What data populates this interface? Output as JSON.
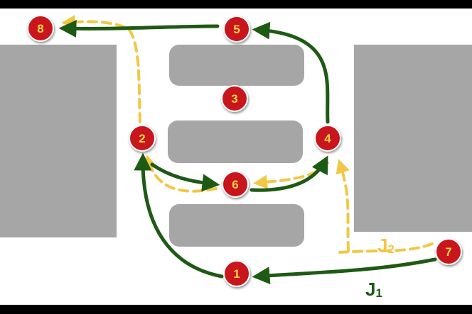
{
  "colors": {
    "frame": "#000000",
    "background": "#ffffff",
    "block": "#a6a6a6",
    "node_fill": "#c8171c",
    "node_stroke": "#ffffff",
    "node_text": "#ffd54a",
    "path_j1": "#1e5a14",
    "path_j2": "#f2c744"
  },
  "nodes": [
    {
      "id": "1",
      "label": "1"
    },
    {
      "id": "2",
      "label": "2"
    },
    {
      "id": "3",
      "label": "3"
    },
    {
      "id": "4",
      "label": "4"
    },
    {
      "id": "5",
      "label": "5"
    },
    {
      "id": "6",
      "label": "6"
    },
    {
      "id": "7",
      "label": "7"
    },
    {
      "id": "8",
      "label": "8"
    }
  ],
  "paths": [
    {
      "name": "J",
      "subscript": "1",
      "style": "solid",
      "color_key": "path_j1",
      "route": [
        "7",
        "1",
        "2",
        "6",
        "4",
        "5",
        "8"
      ]
    },
    {
      "name": "J",
      "subscript": "2",
      "style": "dashed",
      "color_key": "path_j2",
      "route": [
        "7",
        "4",
        "6",
        "2",
        "8"
      ]
    }
  ]
}
